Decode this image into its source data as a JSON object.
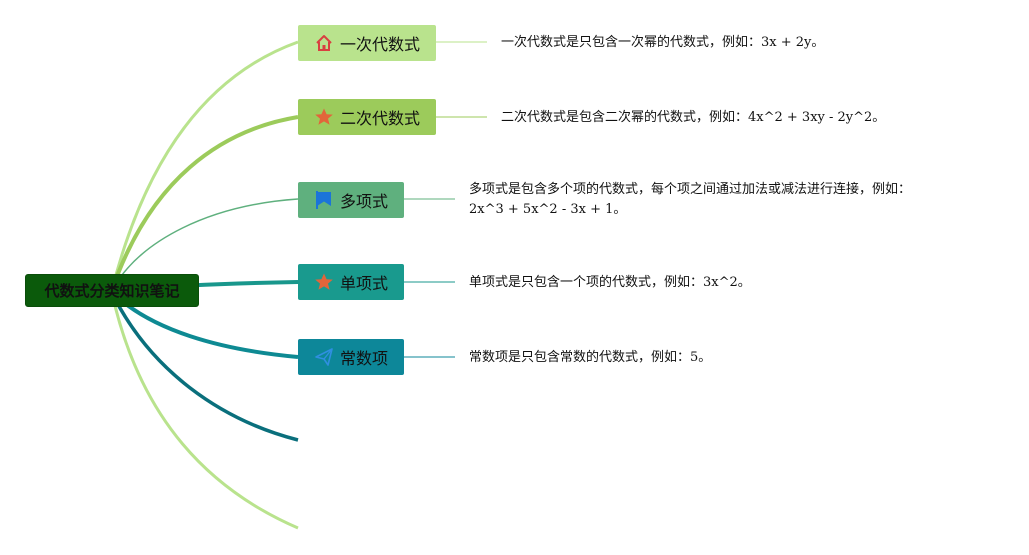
{
  "root": {
    "label": "代数式分类知识笔记"
  },
  "topics": [
    {
      "label": "一次代数式",
      "icon": "home-icon",
      "color": "#b9e38d",
      "note_lines": [
        "一次代数式是只包含一次幂的代数式，例如：3x + 2y。"
      ]
    },
    {
      "label": "二次代数式",
      "icon": "star-icon",
      "color": "#9ccb5b",
      "note_lines": [
        "二次代数式是包含二次幂的代数式，例如：4x^2 + 3xy - 2y^2。"
      ]
    },
    {
      "label": "多项式",
      "icon": "flag-icon",
      "color": "#5fb07e",
      "note_lines": [
        "多项式是包含多个项的代数式，每个项之间通过加法或减法进行连接，例如：",
        "2x^3 + 5x^2 - 3x + 1。"
      ]
    },
    {
      "label": "单项式",
      "icon": "star-icon",
      "color": "#199a8e",
      "note_lines": [
        "单项式是只包含一个项的代数式，例如：3x^2。"
      ]
    },
    {
      "label": "常数项",
      "icon": "paper-plane-icon",
      "color": "#0d8799",
      "note_lines": [
        "常数项是只包含常数的代数式，例如：5。"
      ]
    }
  ],
  "colors": {
    "root_bg": "#0b5a0b",
    "branch_light": "#b9e38d",
    "branch_green": "#9ccb5b",
    "branch_teal": "#19978c",
    "branch_dark_teal": "#0a6f7c",
    "icon_home": "#d94040",
    "icon_star": "#e2653a",
    "icon_flag": "#1b74d9"
  }
}
